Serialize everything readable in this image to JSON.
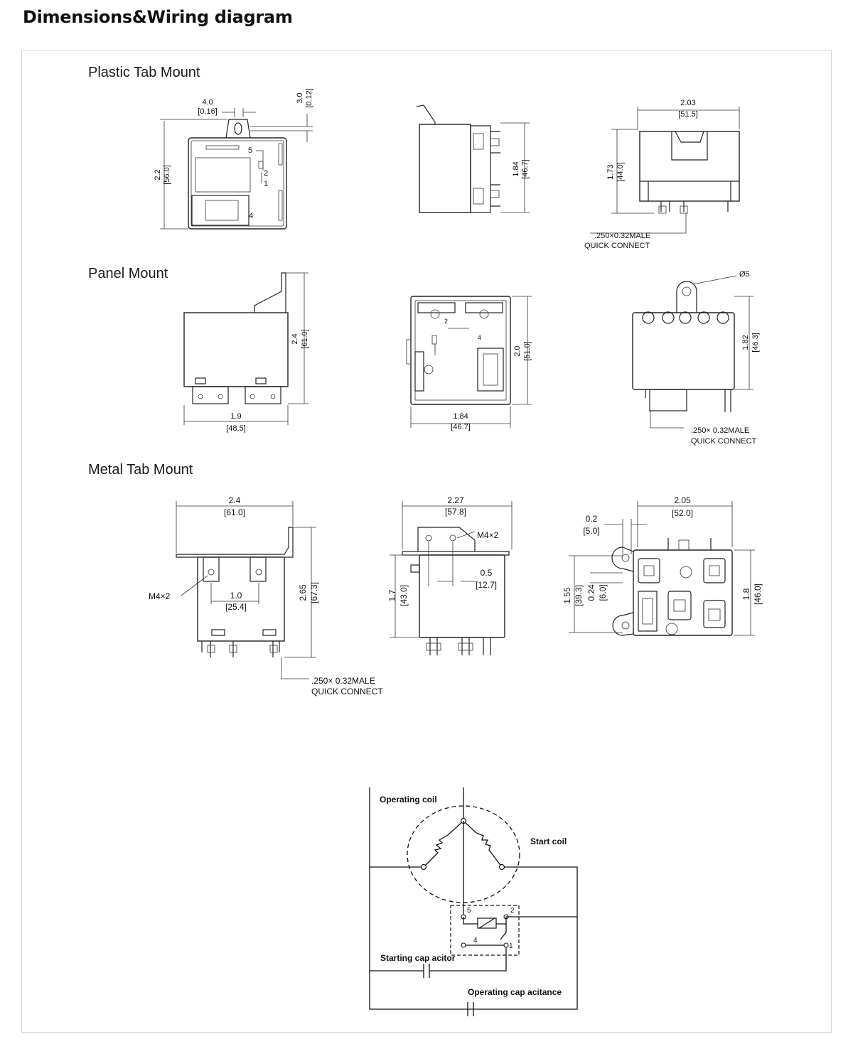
{
  "header": {
    "title": "Dimensions&Wiring diagram"
  },
  "sections": {
    "plastic": "Plastic Tab Mount",
    "panel": "Panel Mount",
    "metal": "Metal Tab Mount"
  },
  "dims": {
    "p_w_in": "4.0",
    "p_w_mm": "[0.16]",
    "p_t_in": "3.0",
    "p_t_mm": "[0.12]",
    "p_h_in": "2.2",
    "p_h_mm": "[56.0]",
    "p2_h_in": "1.84",
    "p2_h_mm": "[46.7]",
    "p3_w_in": "2.03",
    "p3_w_mm": "[51.5]",
    "p3_h_in": "1.73",
    "p3_h_mm": "[44.0]",
    "qc1_a": ".250×0.32MALE",
    "qc1_b": "QUICK CONNECT",
    "n_h_in": "2.4",
    "n_h_mm": "[61.0]",
    "n_w_in": "1.9",
    "n_w_mm": "[48.5]",
    "n2_h_in": "2.0",
    "n2_h_mm": "[51.0]",
    "n2_w_in": "1.84",
    "n2_w_mm": "[46.7]",
    "n3_hole": "Ø5",
    "n3_h_in": "1.82",
    "n3_h_mm": "[46.3]",
    "qc2_a": ".250× 0.32MALE",
    "qc2_b": "QUICK CONNECT",
    "m_w_in": "2.4",
    "m_w_mm": "[61.0]",
    "m_h_in": "2.65",
    "m_h_mm": "[67.3]",
    "m_s_in": "1.0",
    "m_s_mm": "[25.4]",
    "m_screw": "M4×2",
    "qc3_a": ".250× 0.32MALE",
    "qc3_b": "QUICK CONNECT",
    "m2_w_in": "2.27",
    "m2_w_mm": "[57.8]",
    "m2_screw": "M4×2",
    "m2_h_in": "1.7",
    "m2_h_mm": "[43.0]",
    "m2_o_in": "0.5",
    "m2_o_mm": "[12.7]",
    "m3_w_in": "2.05",
    "m3_w_mm": "[52.0]",
    "m3_t_in": "0.2",
    "m3_t_mm": "[5.0]",
    "m3_a_in": "1.55",
    "m3_a_mm": "[39.3]",
    "m3_b_in": "0.24",
    "m3_b_mm": "[6.0]",
    "m3_h_in": "1.8",
    "m3_h_mm": "[46.0]"
  },
  "pins": {
    "p5": "5",
    "p2": "2",
    "p1": "1",
    "p4": "4"
  },
  "wiring": {
    "operating_coil": "Operating coil",
    "start_coil": "Start coil",
    "starting_capacitor": "Starting cap acitor",
    "operating_capacitance": "Operating cap acitance",
    "pin5": "5",
    "pin2": "2",
    "pin4": "4",
    "pin1": "1"
  }
}
